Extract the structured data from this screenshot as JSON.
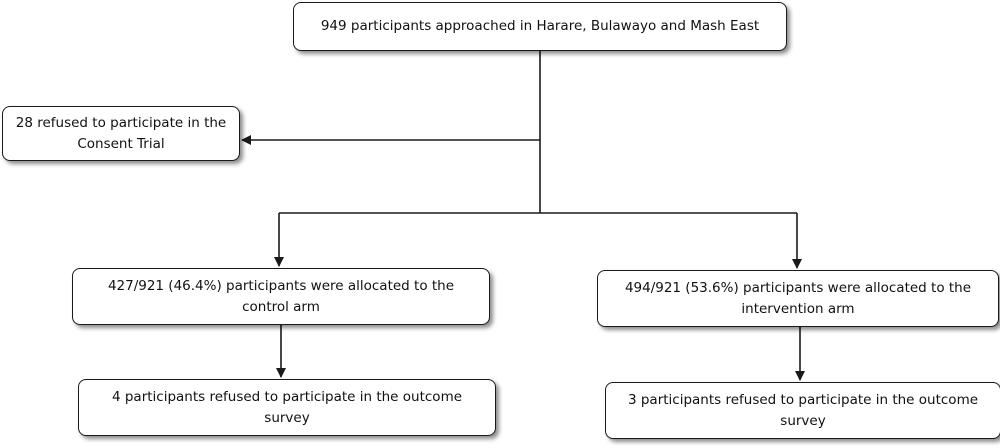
{
  "diagram": {
    "nodes": {
      "approached": {
        "line1": "949 participants approached in Harare, Bulawayo and Mash East"
      },
      "refused_consent": {
        "line1": "28 refused to participate in the",
        "line2": "Consent Trial"
      },
      "control_arm": {
        "line1": "427/921 (46.4%) participants were allocated to the",
        "line2": "control arm"
      },
      "intervention_arm": {
        "line1": "494/921 (53.6%) participants were allocated to the",
        "line2": "intervention arm"
      },
      "control_refused": {
        "line1": "4 participants refused to participate in the outcome",
        "line2": "survey"
      },
      "intervention_refused": {
        "line1": "3 participants refused to participate in the outcome",
        "line2": "survey"
      }
    },
    "colors": {
      "line": "#1a1a1a",
      "box_border": "#1a1a1a",
      "box_fill": "#ffffff"
    }
  }
}
